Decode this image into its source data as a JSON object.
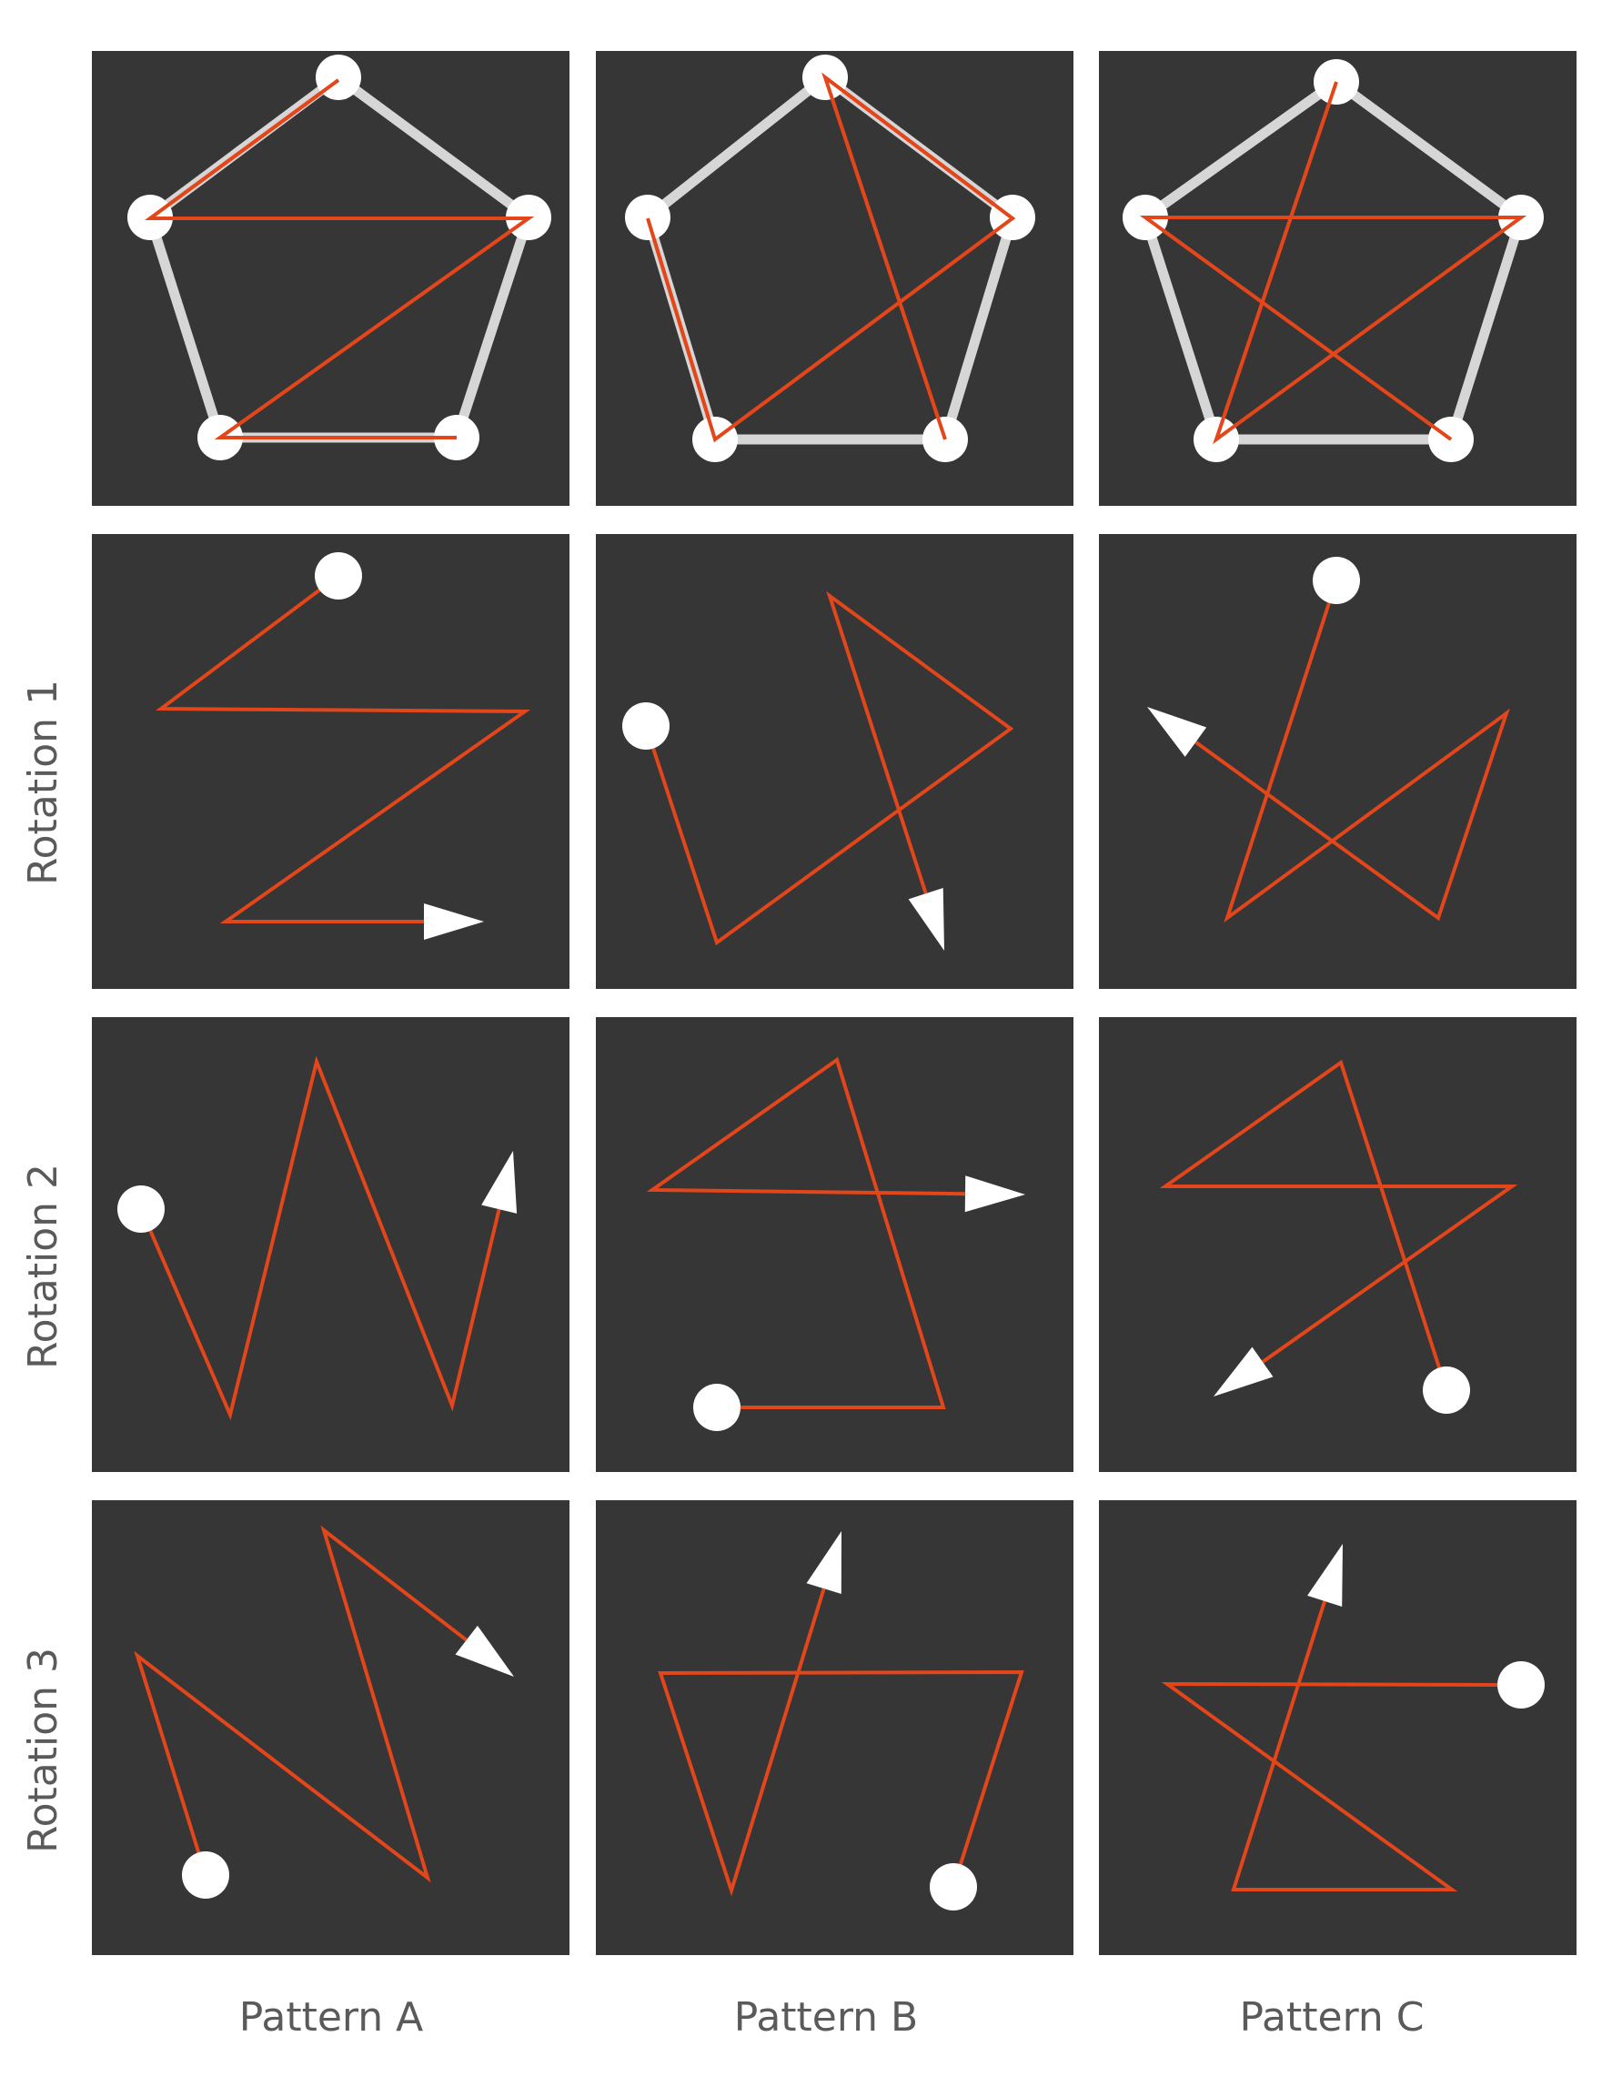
{
  "colors": {
    "panel": "#363636",
    "path": "#e2461a",
    "marker": "#ffffff",
    "pentagon_edge": "#d6d6d6",
    "label": "#5a5a5a"
  },
  "columns": [
    "Pattern A",
    "Pattern B",
    "Pattern C"
  ],
  "rows": [
    "",
    "Rotation 1",
    "Rotation 2",
    "Rotation 3"
  ]
}
